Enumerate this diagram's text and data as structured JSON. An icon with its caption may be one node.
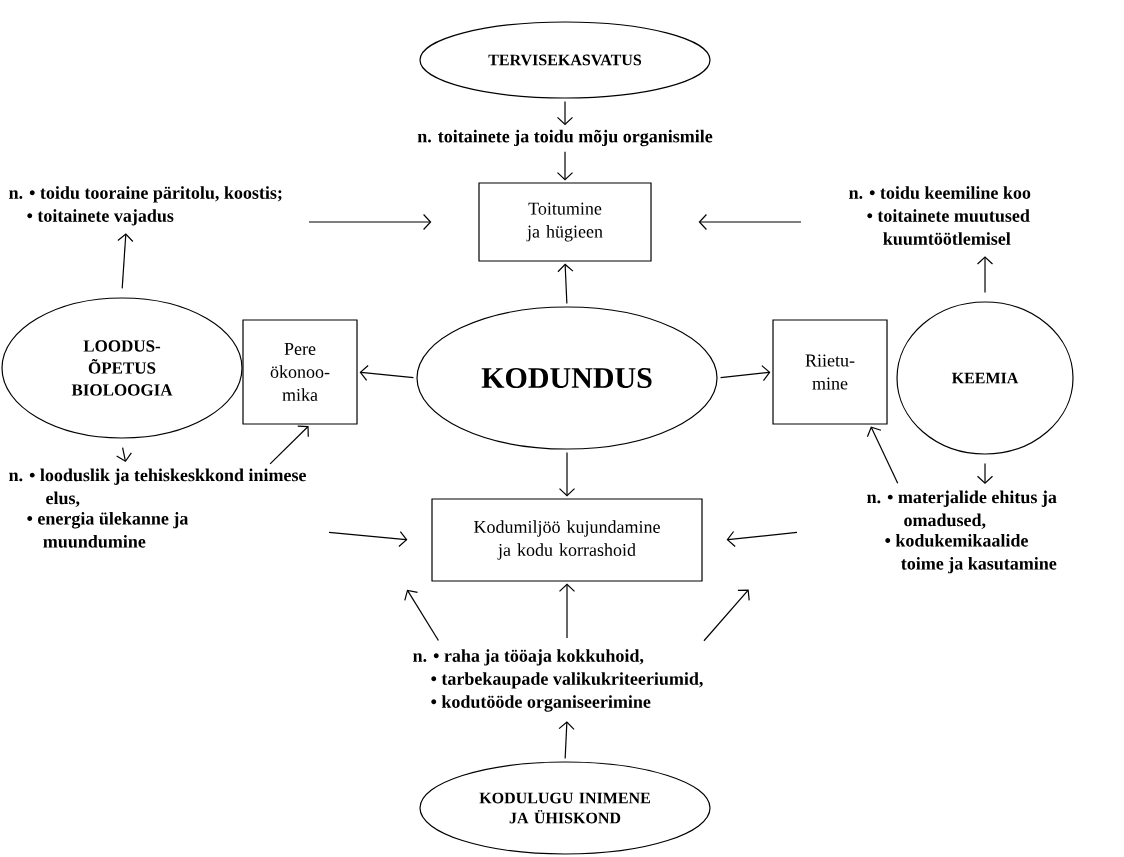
{
  "diagram": {
    "nodes": [
      {
        "text": [
          "TERVISEKASVATUS"
        ]
      },
      {
        "text": [
          "n. toitainete ja toidu mõju organismile"
        ]
      },
      {
        "text": [
          "n. • toidu tooraine päritolu, koostis;",
          "• toitainete vajadus"
        ]
      },
      {
        "text": [
          "Toitumine ja hügieen"
        ]
      },
      {
        "text": [
          "n. • toidu keemiline koo",
          "• toitainete muutused kuumtöötlemisel"
        ]
      },
      {
        "text": [
          "LOODUS- ÕPETUS BIOLOOGIA"
        ]
      },
      {
        "text": [
          "Pere ökonoo- mika"
        ]
      },
      {
        "text": [
          "KODUNDUS"
        ]
      },
      {
        "text": [
          "Riietu- mine"
        ]
      },
      {
        "text": [
          "KEEMIA"
        ]
      },
      {
        "text": [
          "n. • looduslik ja tehiskeskkond inimese elus,",
          "• energia ülekanne ja muundumine"
        ]
      },
      {
        "text": [
          "Kodumiljöö kujundamine ja kodu korrashoid"
        ]
      },
      {
        "text": [
          "n. • materjalide ehitus ja omadused,",
          "• kodukemikaalide toime ja kasutamine"
        ]
      },
      {
        "text": [
          "n. • raha ja tööaja kokkuhoid,",
          "• tarbekaupade valikukriteeriumid,",
          "• kodutööde organiseerimine"
        ]
      },
      {
        "text": [
          "KODULUGU INIMENE JA ÜHISKOND"
        ]
      }
    ],
    "edges": [
      {
        "from": 0,
        "to": 1,
        "arrow": "to"
      },
      {
        "from": 1,
        "to": 3,
        "arrow": "to"
      },
      {
        "from": 2,
        "to": 3,
        "arrow": "to"
      },
      {
        "from": 4,
        "to": 3,
        "arrow": "to"
      },
      {
        "from": 5,
        "to": 2,
        "arrow": "to"
      },
      {
        "from": 7,
        "to": 3,
        "arrow": "to"
      },
      {
        "from": 7,
        "to": 6,
        "arrow": "to"
      },
      {
        "from": 7,
        "to": 8,
        "arrow": "to"
      },
      {
        "from": 9,
        "to": 4,
        "arrow": "to"
      },
      {
        "from": 5,
        "to": 10,
        "arrow": "to"
      },
      {
        "from": 10,
        "to": 6,
        "arrow": "to"
      },
      {
        "from": 9,
        "to": 12,
        "arrow": "to"
      },
      {
        "from": 12,
        "to": 8,
        "arrow": "to"
      },
      {
        "from": 7,
        "to": 11,
        "arrow": "to"
      },
      {
        "from": 10,
        "to": 11,
        "arrow": "to"
      },
      {
        "from": 12,
        "to": 11,
        "arrow": "to"
      },
      {
        "from": 13,
        "to": null,
        "arrow": "to"
      },
      {
        "from": 13,
        "to": 11,
        "arrow": "to"
      },
      {
        "from": 13,
        "to": null,
        "arrow": "to"
      },
      {
        "from": 14,
        "to": 13,
        "arrow": "to"
      }
    ]
  }
}
